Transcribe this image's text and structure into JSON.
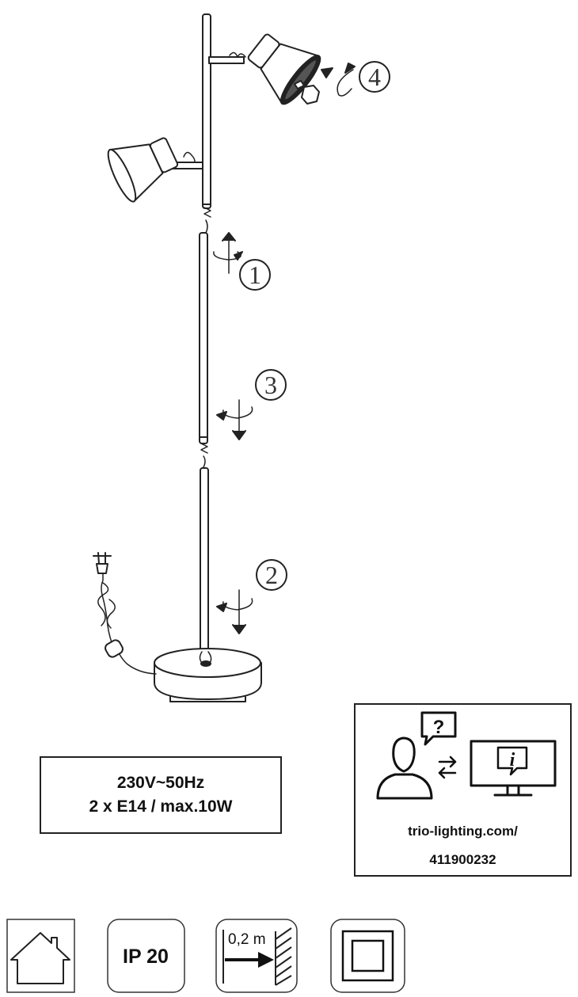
{
  "steps": [
    "1",
    "2",
    "3",
    "4"
  ],
  "spec": {
    "line1": "230V~50Hz",
    "line2": "2 x E14 / max.10W"
  },
  "info": {
    "question_mark": "?",
    "info_mark": "i",
    "url_line1": "trio-lighting.com/",
    "url_line2": "411900232"
  },
  "symbols": {
    "ip_rating": "IP 20",
    "distance": "0,2 m"
  }
}
